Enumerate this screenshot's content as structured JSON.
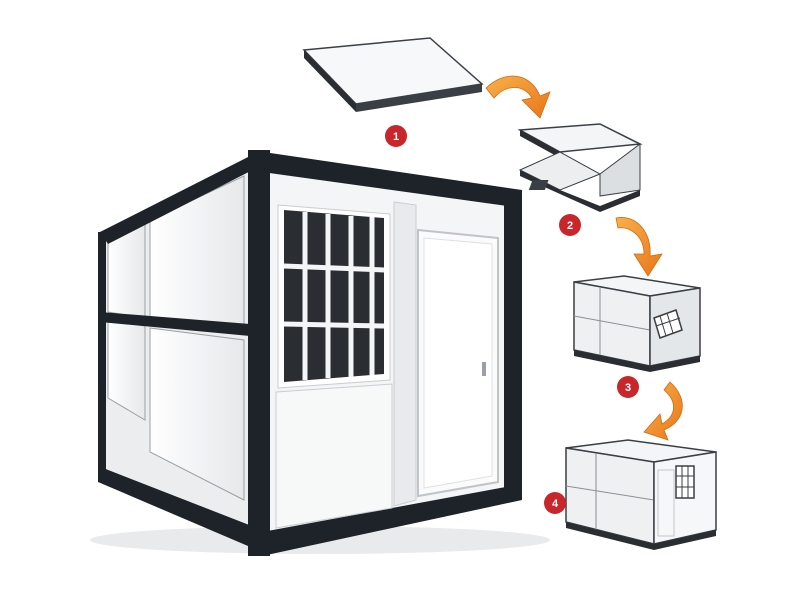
{
  "colors": {
    "frame": "#1e232a",
    "panel": "#f4f5f6",
    "panel_shade": "#dfe2e5",
    "glass": "#2a2e33",
    "arrow": "#f08a1c",
    "badge": "#c8262a"
  },
  "steps": [
    {
      "number": "1",
      "state": "folded-flat"
    },
    {
      "number": "2",
      "state": "unfolding"
    },
    {
      "number": "3",
      "state": "walls-raised"
    },
    {
      "number": "4",
      "state": "assembled"
    }
  ],
  "icons": {
    "arrow": "curved-arrow-icon",
    "badge": "step-number-badge"
  }
}
